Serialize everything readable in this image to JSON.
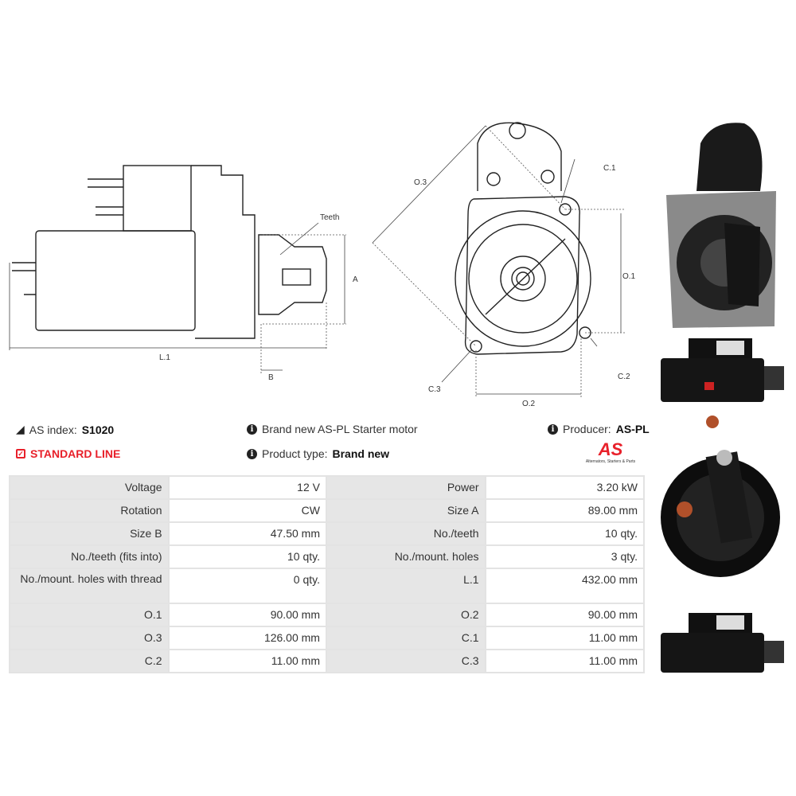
{
  "diagram_labels": {
    "teeth": "Teeth",
    "a": "A",
    "b": "B",
    "l1": "L.1",
    "o1": "O.1",
    "o2": "O.2",
    "o3": "O.3",
    "c1": "C.1",
    "c2": "C.2",
    "c3": "C.3"
  },
  "info": {
    "index_label": "AS index:",
    "index_value": "S1020",
    "line": "STANDARD LINE",
    "description": "Brand new AS-PL Starter motor",
    "type_label": "Product type:",
    "type_value": "Brand new",
    "producer_label": "Producer:",
    "producer_value": "AS-PL",
    "logo_text": "AS",
    "logo_tagline": "Alternators, Starters & Parts"
  },
  "colors": {
    "accent": "#e8202a"
  },
  "specs": [
    [
      "Voltage",
      "12 V",
      "Power",
      "3.20 kW"
    ],
    [
      "Rotation",
      "CW",
      "Size A",
      "89.00 mm"
    ],
    [
      "Size B",
      "47.50 mm",
      "No./teeth",
      "10 qty."
    ],
    [
      "No./teeth (fits into)",
      "10 qty.",
      "No./mount. holes",
      "3 qty."
    ],
    [
      "No./mount. holes with thread",
      "0 qty.",
      "L.1",
      "432.00 mm"
    ],
    [
      "O.1",
      "90.00 mm",
      "O.2",
      "90.00 mm"
    ],
    [
      "O.3",
      "126.00 mm",
      "C.1",
      "11.00 mm"
    ],
    [
      "C.2",
      "11.00 mm",
      "C.3",
      "11.00 mm"
    ]
  ]
}
